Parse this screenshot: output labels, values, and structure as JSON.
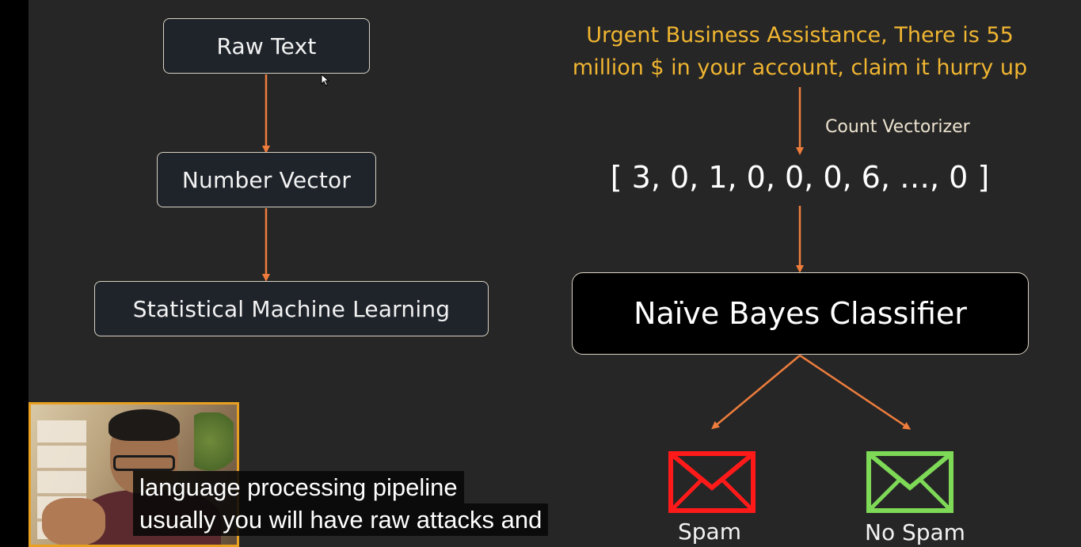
{
  "pipeline": {
    "step1": "Raw Text",
    "step2": "Number Vector",
    "step3": "Statistical Machine Learning"
  },
  "example": {
    "message_line1": "Urgent Business Assistance, There is 55",
    "message_line2": "million $ in your account, claim it hurry up",
    "vectorizer_label": "Count Vectorizer",
    "vector": "[ 3, 0, 1, 0, 0, 0, 6, …, 0 ]",
    "classifier": "Naïve Bayes Classifier",
    "outputs": {
      "spam": {
        "label": "Spam",
        "color": "#ff1a1a"
      },
      "no_spam": {
        "label": "No Spam",
        "color": "#7ed957"
      }
    }
  },
  "accent_colors": {
    "arrow": "#ee7d3c",
    "headline": "#f0b531",
    "webcam_border": "#e8a020"
  },
  "captions": {
    "line1": "language processing pipeline",
    "line2": "usually you will have raw attacks and"
  },
  "icons": [
    "envelope-icon",
    "mouse-cursor-icon"
  ]
}
